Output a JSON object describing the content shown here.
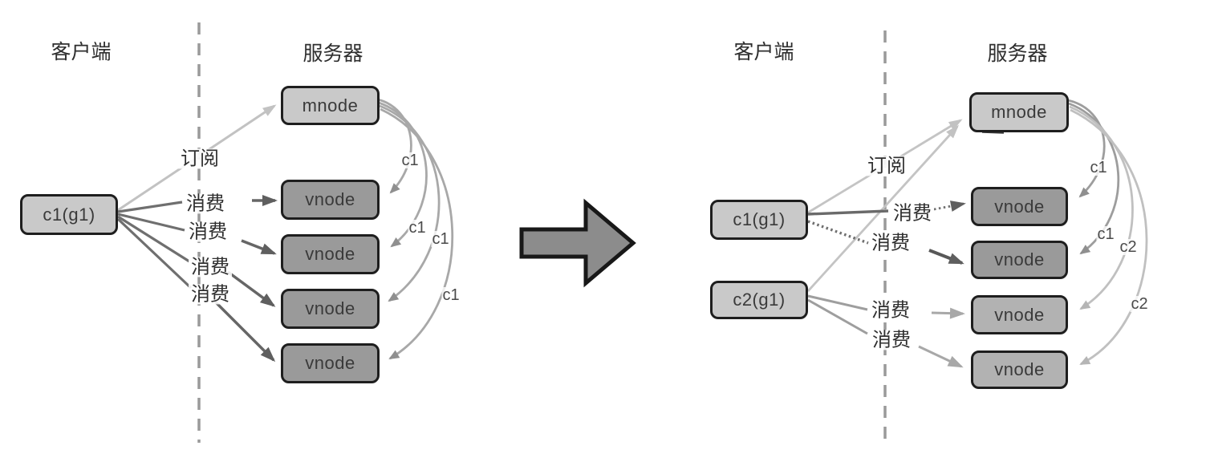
{
  "panels": {
    "left": {
      "client_heading": "客户端",
      "server_heading": "服务器",
      "subscribe_label": "订阅",
      "clients": [
        {
          "label": "c1(g1)"
        }
      ],
      "mnode_label": "mnode",
      "vnode_labels": [
        "vnode",
        "vnode",
        "vnode",
        "vnode"
      ],
      "consume_labels": [
        "消费",
        "消费",
        "消费",
        "消费"
      ],
      "curve_labels": [
        "c1",
        "c1",
        "c1",
        "c1"
      ]
    },
    "right": {
      "client_heading": "客户端",
      "server_heading": "服务器",
      "subscribe_label": "订阅",
      "clients": [
        {
          "label": "c1(g1)"
        },
        {
          "label": "c2(g1)"
        }
      ],
      "mnode_label": "mnode",
      "vnode_labels": [
        "vnode",
        "vnode",
        "vnode",
        "vnode"
      ],
      "consume_labels": [
        "消费",
        "消费",
        "消费",
        "消费"
      ],
      "curve_labels": [
        "c1",
        "c1",
        "c2",
        "c2"
      ]
    }
  },
  "colors": {
    "node_border": "#1e1e1e",
    "node_fill_light": "#c9c9c9",
    "node_fill_dark": "#9a9a9a",
    "node_fill_mid": "#b2b2b2",
    "consume_edge_dark": "#6a6a6a",
    "consume_edge_light": "#a8a8a8",
    "subscribe_edge": "#c2c2c2",
    "curve_edge_mid": "#9d9d9d",
    "curve_edge_light": "#c0c0c0",
    "separator": "#9a9a9a",
    "transition_arrow_fill": "#8c8c8c",
    "text": "#2f2f2f"
  }
}
